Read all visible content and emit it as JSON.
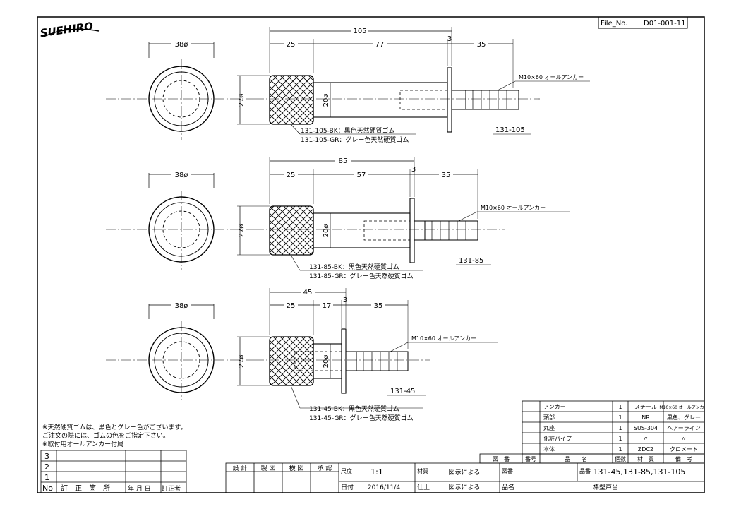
{
  "logo": "SUEHIRO",
  "file_label": "File_No.",
  "file_no": "D01-001-11",
  "dims": {
    "flange_dia": "38ø",
    "body_dia": "27ø",
    "shaft_dia": "20ø",
    "v105": {
      "total": "105",
      "rubber": "25",
      "shaft": "77",
      "plate": "3",
      "anchor": "35"
    },
    "v85": {
      "total": "85",
      "rubber": "25",
      "shaft": "57",
      "plate": "3",
      "anchor": "35"
    },
    "v45": {
      "total": "45",
      "rubber": "25",
      "shaft": "17",
      "plate": "3",
      "anchor": "35"
    }
  },
  "anchor_label": "M10×60 オールアンカー",
  "parts": {
    "v105": {
      "code": "131-105",
      "bk": "131-105-BK：黒色天然硬質ゴム",
      "gr": "131-105-GR：グレー色天然硬質ゴム"
    },
    "v85": {
      "code": "131-85",
      "bk": "131-85-BK：黒色天然硬質ゴム",
      "gr": "131-85-GR：グレー色天然硬質ゴム"
    },
    "v45": {
      "code": "131-45",
      "bk": "131-45-BK：黒色天然硬質ゴム",
      "gr": "131-45-GR：グレー色天然硬質ゴム"
    }
  },
  "notes": [
    "※天然硬質ゴムは、黒色とグレー色がございます。",
    "ご注文の際には、ゴムの色をご指定下さい。",
    "※取付用オールアンカー付属"
  ],
  "parts_table": [
    {
      "name": "アンカー",
      "qty": "1",
      "material": "スチール",
      "remark": "M10×60 オールアンカー"
    },
    {
      "name": "頭部",
      "qty": "1",
      "material": "NR",
      "remark": "黒色、グレー"
    },
    {
      "name": "丸座",
      "qty": "1",
      "material": "SUS-304",
      "remark": "ヘアーライン"
    },
    {
      "name": "化粧パイプ",
      "qty": "1",
      "material": "〃",
      "remark": "〃"
    },
    {
      "name": "本体",
      "qty": "1",
      "material": "ZDC2",
      "remark": "クロメート"
    }
  ],
  "parts_header": {
    "zuban": "図　番",
    "bango": "番号",
    "hinmei": "品　　名",
    "kosu": "個数",
    "zaishitsu": "材　質",
    "biko": "備　考"
  },
  "revision": {
    "rows": [
      "3",
      "2",
      "1"
    ],
    "no": "No",
    "place": "訂　正　箇　所",
    "date": "年 月 日",
    "by": "訂正者"
  },
  "title_block": {
    "sekkei": "設 計",
    "seizu": "製 図",
    "kenzu": "検 図",
    "shonin": "承 認",
    "shakudo_label": "尺度",
    "shakudo": "1:1",
    "zaishitsu_label": "材質",
    "zaishitsu": "図示による",
    "shiage_label": "仕上",
    "shiage": "図示による",
    "hizuke_label": "日付",
    "hizuke": "2016/11/4",
    "zuban_label": "図番",
    "hinban_label": "品番",
    "hinban": "131-45,131-85,131-105",
    "hinmei_label": "品名",
    "hinmei": "棒型戸当"
  }
}
